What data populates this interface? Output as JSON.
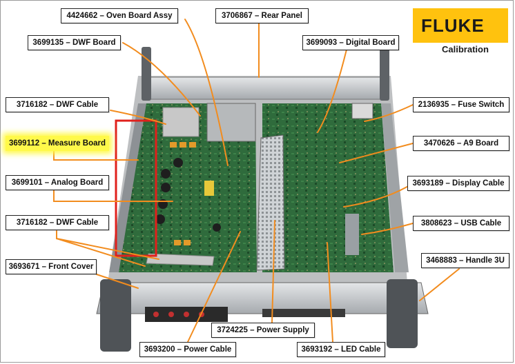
{
  "logo": {
    "brand": "FLUKE",
    "sub": "Calibration"
  },
  "labels": {
    "oven_board": "4424662 – Oven Board Assy",
    "rear_panel": "3706867 – Rear Panel",
    "dwf_board": "3699135 – DWF Board",
    "digital_board": "3699093 – Digital Board",
    "dwf_cable_top": "3716182 – DWF Cable",
    "fuse_switch": "2136935 – Fuse Switch",
    "measure_board": "3699112 – Measure Board",
    "a9_board": "3470626 – A9 Board",
    "analog_board": "3699101 – Analog Board",
    "display_cable": "3693189 – Display Cable",
    "dwf_cable_bottom": "3716182 – DWF Cable",
    "usb_cable": "3808623 – USB Cable",
    "front_cover": "3693671 – Front Cover",
    "handle": "3468883 – Handle 3U",
    "power_supply": "3724225 – Power Supply",
    "power_cable": "3693200 – Power Cable",
    "led_cable": "3693192 – LED Cable"
  },
  "colors": {
    "leader": "#f28c1e",
    "highlight": "#fff94a",
    "box_outline": "#e0201c",
    "logo_yellow": "#ffc20e",
    "pcb_green": "#2f6b3c"
  }
}
